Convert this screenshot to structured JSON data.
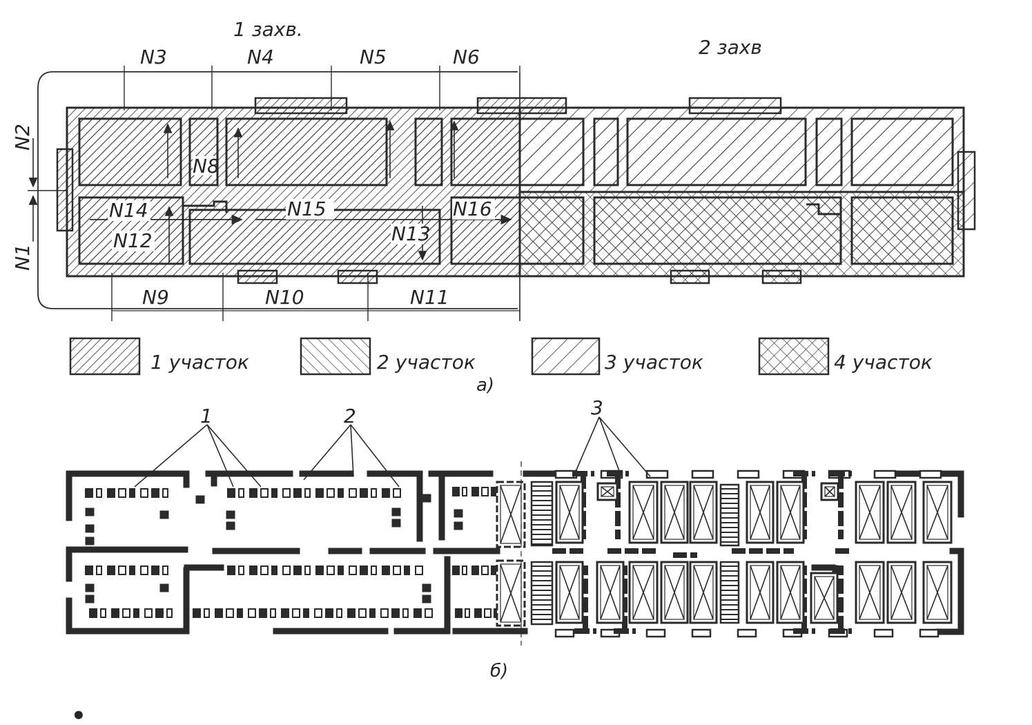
{
  "plan_a": {
    "grip_1": "1 захв.",
    "grip_2": "2 захв",
    "dims_top": [
      "N3",
      "N4",
      "N5",
      "N6"
    ],
    "dims_bottom": [
      "N9",
      "N10",
      "N11"
    ],
    "dims_left": [
      "N2",
      "N1"
    ],
    "inner_labels": [
      "N8",
      "N14",
      "N12",
      "N15",
      "N13",
      "N16"
    ],
    "caption": "а)"
  },
  "legend": [
    {
      "label": "1 участок",
      "pattern": "hatch-right-dense"
    },
    {
      "label": "2 участок",
      "pattern": "hatch-left"
    },
    {
      "label": "3 участок",
      "pattern": "hatch-right-sparse"
    },
    {
      "label": "4 участок",
      "pattern": "cross-hatch"
    }
  ],
  "plan_b": {
    "callouts": [
      "1",
      "2",
      "3"
    ],
    "caption": "б)"
  },
  "colors": {
    "ink": "#2b2b2b",
    "paper": "#ffffff"
  }
}
